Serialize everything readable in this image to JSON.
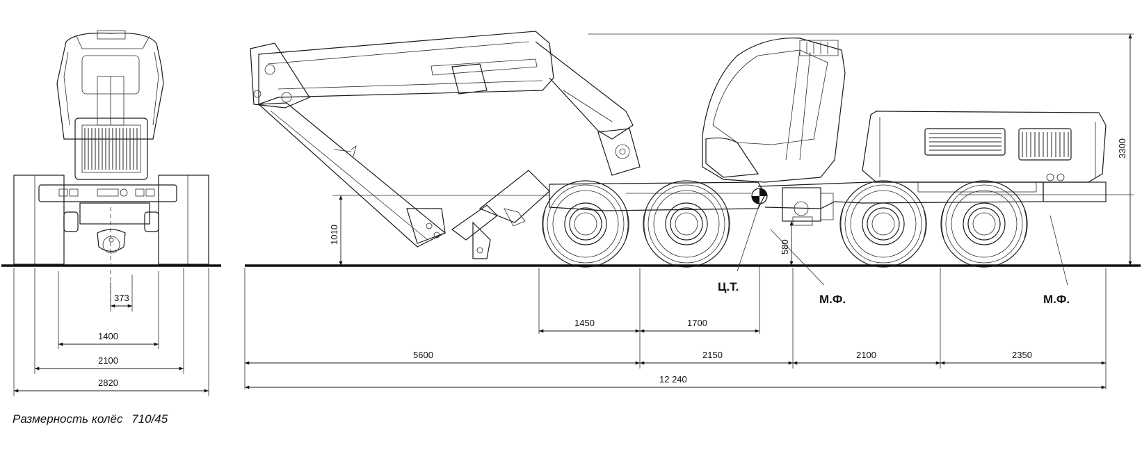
{
  "front_view": {
    "dimensions": [
      "373",
      "1400",
      "2100",
      "2820"
    ]
  },
  "side_view": {
    "dimensions": {
      "overall_height": "3300",
      "boom_pivot_height": "1010",
      "frame_joint_height": "580",
      "span_1450": "1450",
      "span_1700": "1700",
      "span_5600": "5600",
      "span_2150": "2150",
      "span_2100": "2100",
      "span_2350": "2350",
      "overall_length": "12 240"
    },
    "markers": {
      "center_of_gravity": "Ц.Т.",
      "frame_joint_front": "М.Ф.",
      "frame_joint_rear": "М.Ф."
    }
  },
  "caption": {
    "label": "Размерность колёс",
    "value": "710/45"
  },
  "colors": {
    "ink": "#1a1a1a",
    "paper": "#ffffff"
  }
}
